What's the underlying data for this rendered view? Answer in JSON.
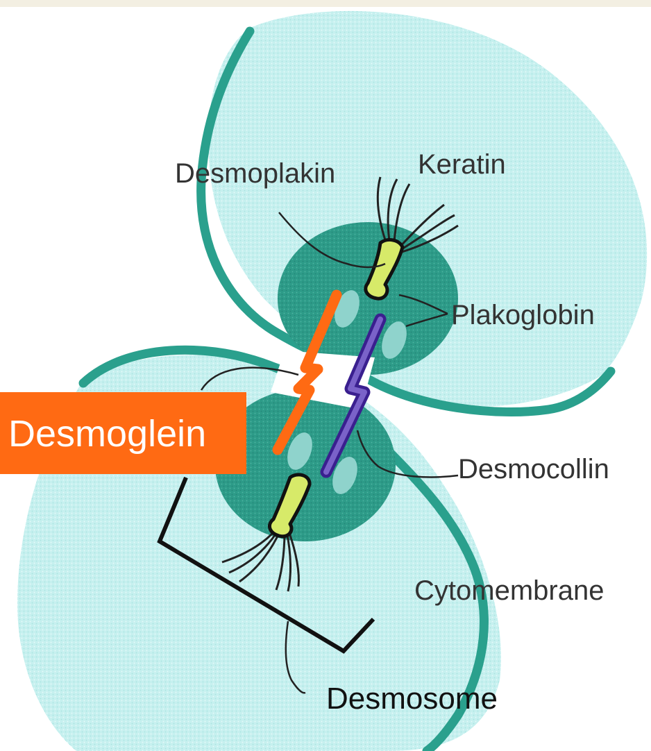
{
  "diagram": {
    "labels": {
      "desmoplakin": "Desmoplakin",
      "keratin": "Keratin",
      "plakoglobin": "Plakoglobin",
      "desmoglein": "Desmoglein",
      "desmocollin": "Desmocollin",
      "cytomembrane": "Cytomembrane",
      "desmosome": "Desmosome"
    },
    "colors": {
      "top_strip": "#f3efe2",
      "cell_fill": "#c6f0ef",
      "membrane": "#2aa08d",
      "plaque": "#2d9b88",
      "desmoglein": "#ff6a13",
      "desmocollin": "#5b3fb0",
      "linker": "#d7ea69",
      "label_text": "#333333",
      "desmoglein_text": "#ffffff"
    }
  }
}
